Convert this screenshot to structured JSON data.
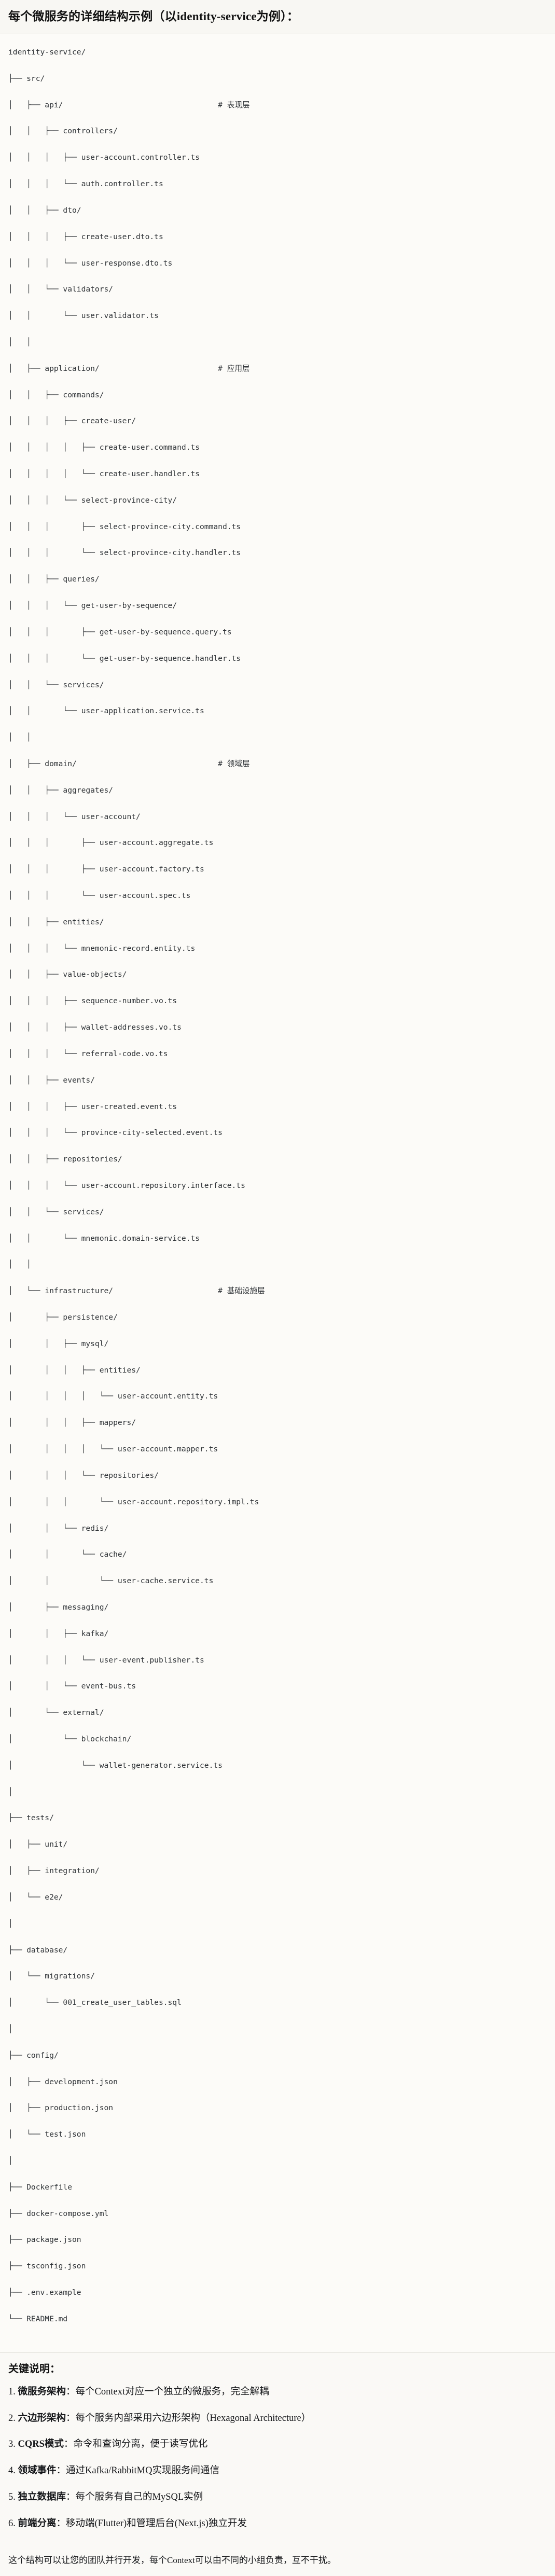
{
  "header": {
    "title": "每个微服务的详细结构示例（以identity-service为例）："
  },
  "tree": {
    "root": "identity-service/",
    "lines": [
      {
        "text": "identity-service/",
        "comment": ""
      },
      {
        "text": "├── src/",
        "comment": ""
      },
      {
        "text": "│   ├── api/",
        "comment": "# 表现层"
      },
      {
        "text": "│   │   ├── controllers/",
        "comment": ""
      },
      {
        "text": "│   │   │   ├── user-account.controller.ts",
        "comment": ""
      },
      {
        "text": "│   │   │   └── auth.controller.ts",
        "comment": ""
      },
      {
        "text": "│   │   ├── dto/",
        "comment": ""
      },
      {
        "text": "│   │   │   ├── create-user.dto.ts",
        "comment": ""
      },
      {
        "text": "│   │   │   └── user-response.dto.ts",
        "comment": ""
      },
      {
        "text": "│   │   └── validators/",
        "comment": ""
      },
      {
        "text": "│   │       └── user.validator.ts",
        "comment": ""
      },
      {
        "text": "│   │",
        "comment": ""
      },
      {
        "text": "│   ├── application/",
        "comment": "# 应用层"
      },
      {
        "text": "│   │   ├── commands/",
        "comment": ""
      },
      {
        "text": "│   │   │   ├── create-user/",
        "comment": ""
      },
      {
        "text": "│   │   │   │   ├── create-user.command.ts",
        "comment": ""
      },
      {
        "text": "│   │   │   │   └── create-user.handler.ts",
        "comment": ""
      },
      {
        "text": "│   │   │   └── select-province-city/",
        "comment": ""
      },
      {
        "text": "│   │   │       ├── select-province-city.command.ts",
        "comment": ""
      },
      {
        "text": "│   │   │       └── select-province-city.handler.ts",
        "comment": ""
      },
      {
        "text": "│   │   ├── queries/",
        "comment": ""
      },
      {
        "text": "│   │   │   └── get-user-by-sequence/",
        "comment": ""
      },
      {
        "text": "│   │   │       ├── get-user-by-sequence.query.ts",
        "comment": ""
      },
      {
        "text": "│   │   │       └── get-user-by-sequence.handler.ts",
        "comment": ""
      },
      {
        "text": "│   │   └── services/",
        "comment": ""
      },
      {
        "text": "│   │       └── user-application.service.ts",
        "comment": ""
      },
      {
        "text": "│   │",
        "comment": ""
      },
      {
        "text": "│   ├── domain/",
        "comment": "# 领域层"
      },
      {
        "text": "│   │   ├── aggregates/",
        "comment": ""
      },
      {
        "text": "│   │   │   └── user-account/",
        "comment": ""
      },
      {
        "text": "│   │   │       ├── user-account.aggregate.ts",
        "comment": ""
      },
      {
        "text": "│   │   │       ├── user-account.factory.ts",
        "comment": ""
      },
      {
        "text": "│   │   │       └── user-account.spec.ts",
        "comment": ""
      },
      {
        "text": "│   │   ├── entities/",
        "comment": ""
      },
      {
        "text": "│   │   │   └── mnemonic-record.entity.ts",
        "comment": ""
      },
      {
        "text": "│   │   ├── value-objects/",
        "comment": ""
      },
      {
        "text": "│   │   │   ├── sequence-number.vo.ts",
        "comment": ""
      },
      {
        "text": "│   │   │   ├── wallet-addresses.vo.ts",
        "comment": ""
      },
      {
        "text": "│   │   │   └── referral-code.vo.ts",
        "comment": ""
      },
      {
        "text": "│   │   ├── events/",
        "comment": ""
      },
      {
        "text": "│   │   │   ├── user-created.event.ts",
        "comment": ""
      },
      {
        "text": "│   │   │   └── province-city-selected.event.ts",
        "comment": ""
      },
      {
        "text": "│   │   ├── repositories/",
        "comment": ""
      },
      {
        "text": "│   │   │   └── user-account.repository.interface.ts",
        "comment": ""
      },
      {
        "text": "│   │   └── services/",
        "comment": ""
      },
      {
        "text": "│   │       └── mnemonic.domain-service.ts",
        "comment": ""
      },
      {
        "text": "│   │",
        "comment": ""
      },
      {
        "text": "│   └── infrastructure/",
        "comment": "# 基础设施层"
      },
      {
        "text": "│       ├── persistence/",
        "comment": ""
      },
      {
        "text": "│       │   ├── mysql/",
        "comment": ""
      },
      {
        "text": "│       │   │   ├── entities/",
        "comment": ""
      },
      {
        "text": "│       │   │   │   └── user-account.entity.ts",
        "comment": ""
      },
      {
        "text": "│       │   │   ├── mappers/",
        "comment": ""
      },
      {
        "text": "│       │   │   │   └── user-account.mapper.ts",
        "comment": ""
      },
      {
        "text": "│       │   │   └── repositories/",
        "comment": ""
      },
      {
        "text": "│       │   │       └── user-account.repository.impl.ts",
        "comment": ""
      },
      {
        "text": "│       │   └── redis/",
        "comment": ""
      },
      {
        "text": "│       │       └── cache/",
        "comment": ""
      },
      {
        "text": "│       │           └── user-cache.service.ts",
        "comment": ""
      },
      {
        "text": "│       ├── messaging/",
        "comment": ""
      },
      {
        "text": "│       │   ├── kafka/",
        "comment": ""
      },
      {
        "text": "│       │   │   └── user-event.publisher.ts",
        "comment": ""
      },
      {
        "text": "│       │   └── event-bus.ts",
        "comment": ""
      },
      {
        "text": "│       └── external/",
        "comment": ""
      },
      {
        "text": "│           └── blockchain/",
        "comment": ""
      },
      {
        "text": "│               └── wallet-generator.service.ts",
        "comment": ""
      },
      {
        "text": "│",
        "comment": ""
      },
      {
        "text": "├── tests/",
        "comment": ""
      },
      {
        "text": "│   ├── unit/",
        "comment": ""
      },
      {
        "text": "│   ├── integration/",
        "comment": ""
      },
      {
        "text": "│   └── e2e/",
        "comment": ""
      },
      {
        "text": "│",
        "comment": ""
      },
      {
        "text": "├── database/",
        "comment": ""
      },
      {
        "text": "│   └── migrations/",
        "comment": ""
      },
      {
        "text": "│       └── 001_create_user_tables.sql",
        "comment": ""
      },
      {
        "text": "│",
        "comment": ""
      },
      {
        "text": "├── config/",
        "comment": ""
      },
      {
        "text": "│   ├── development.json",
        "comment": ""
      },
      {
        "text": "│   ├── production.json",
        "comment": ""
      },
      {
        "text": "│   └── test.json",
        "comment": ""
      },
      {
        "text": "│",
        "comment": ""
      },
      {
        "text": "├── Dockerfile",
        "comment": ""
      },
      {
        "text": "├── docker-compose.yml",
        "comment": ""
      },
      {
        "text": "├── package.json",
        "comment": ""
      },
      {
        "text": "├── tsconfig.json",
        "comment": ""
      },
      {
        "text": "├── .env.example",
        "comment": ""
      },
      {
        "text": "└── README.md",
        "comment": ""
      }
    ],
    "comment_column": 46
  },
  "notes": {
    "title": "关键说明：",
    "items": [
      {
        "index": "1.",
        "label": "微服务架构",
        "body": "：每个Context对应一个独立的微服务，完全解耦"
      },
      {
        "index": "2.",
        "label": "六边形架构",
        "body": "：每个服务内部采用六边形架构（Hexagonal Architecture）"
      },
      {
        "index": "3.",
        "label": "CQRS模式",
        "body": "：命令和查询分离，便于读写优化"
      },
      {
        "index": "4.",
        "label": "领域事件",
        "body": "：通过Kafka/RabbitMQ实现服务间通信"
      },
      {
        "index": "5.",
        "label": "独立数据库",
        "body": "：每个服务有自己的MySQL实例"
      },
      {
        "index": "6.",
        "label": "前端分离",
        "body": "：移动端(Flutter)和管理后台(Next.js)独立开发"
      }
    ],
    "footer": "这个结构可以让您的团队并行开发，每个Context可以由不同的小组负责，互不干扰。"
  },
  "colors": {
    "page_bg": "#faf9f6",
    "code_bg": "#fcfbf8",
    "header_bg": "#f8f7f3",
    "text": "#15171a",
    "code_text": "#2f3337",
    "divider": "#e2e0da"
  }
}
